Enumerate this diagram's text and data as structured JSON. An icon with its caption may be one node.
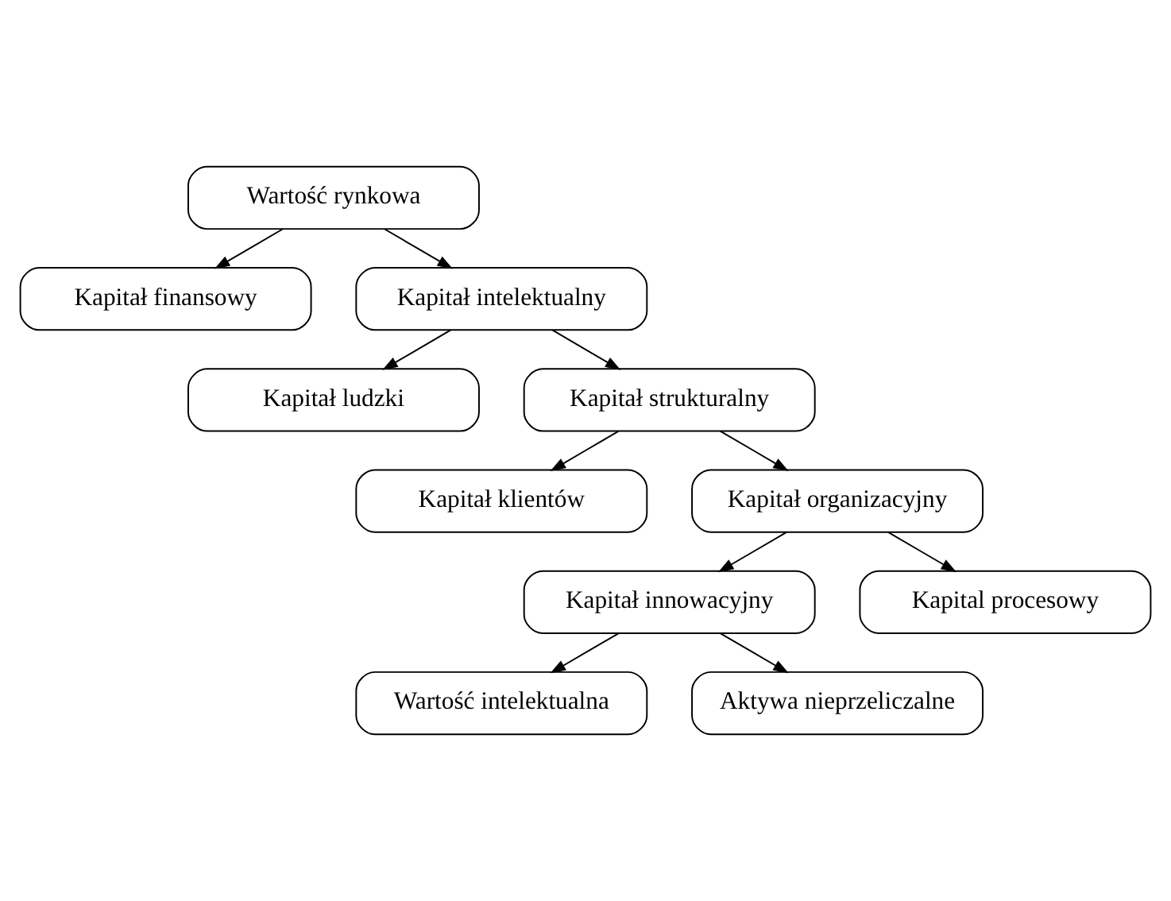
{
  "diagram": {
    "nodes": [
      {
        "text": [
          "Wartość rynkowa"
        ]
      },
      {
        "text": [
          "Kapitał finansowy"
        ]
      },
      {
        "text": [
          "Kapitał intelektualny"
        ]
      },
      {
        "text": [
          "Kapitał ludzki"
        ]
      },
      {
        "text": [
          "Kapitał strukturalny"
        ]
      },
      {
        "text": [
          "Kapitał klientów"
        ]
      },
      {
        "text": [
          "Kapitał organizacyjny"
        ]
      },
      {
        "text": [
          "Kapitał innowacyjny"
        ]
      },
      {
        "text": [
          "Kapital procesowy"
        ]
      },
      {
        "text": [
          "Wartość intelektualna"
        ]
      },
      {
        "text": [
          "Aktywa nieprzeliczalne"
        ]
      }
    ],
    "edges": [
      {
        "from": 0,
        "to": 1,
        "arrow": "to"
      },
      {
        "from": 0,
        "to": 2,
        "arrow": "to"
      },
      {
        "from": 2,
        "to": 3,
        "arrow": "to"
      },
      {
        "from": 2,
        "to": 4,
        "arrow": "to"
      },
      {
        "from": 4,
        "to": 5,
        "arrow": "to"
      },
      {
        "from": 4,
        "to": 6,
        "arrow": "to"
      },
      {
        "from": 6,
        "to": 7,
        "arrow": "to"
      },
      {
        "from": 6,
        "to": 8,
        "arrow": "to"
      },
      {
        "from": 7,
        "to": 9,
        "arrow": "to"
      },
      {
        "from": 7,
        "to": 10,
        "arrow": "to"
      }
    ]
  }
}
